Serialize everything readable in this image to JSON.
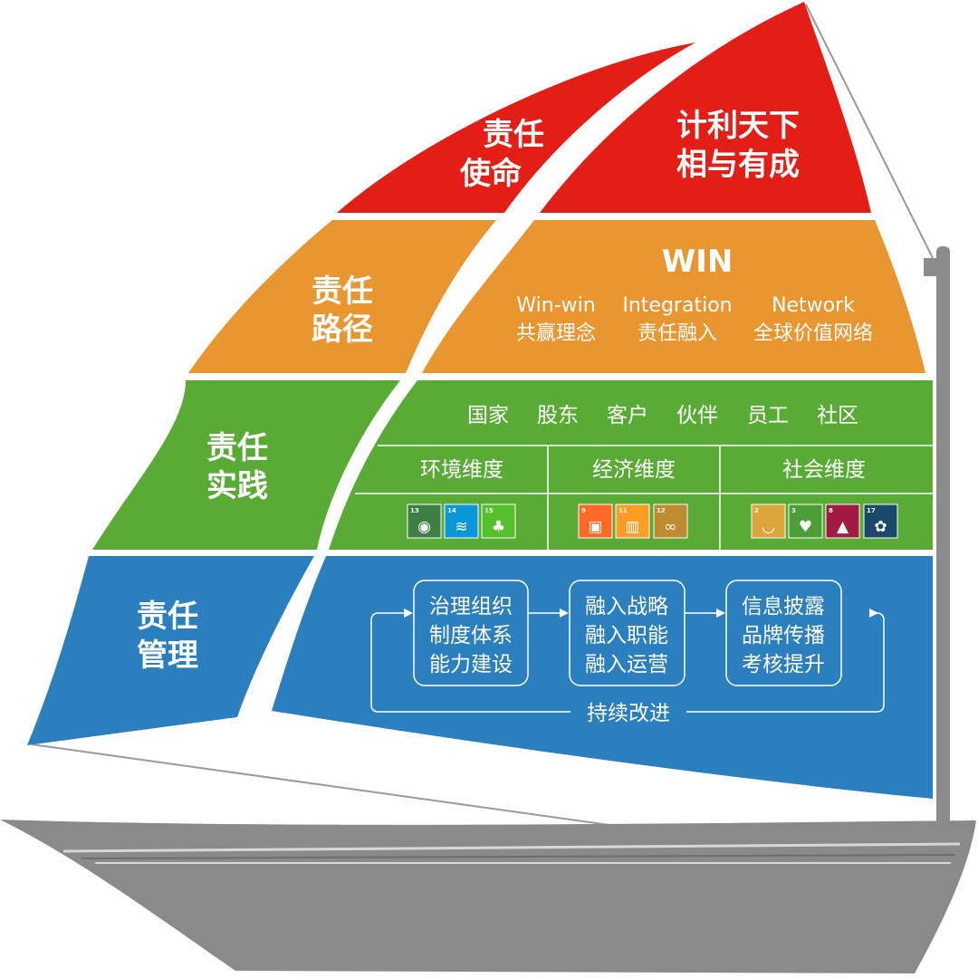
{
  "colors": {
    "red": "#e21e17",
    "orange": "#e99631",
    "green": "#5aab36",
    "blue": "#2b7fbf",
    "hull": "#8a8a8a",
    "mast": "#8c8c8c"
  },
  "layers": {
    "mission": {
      "title_line1": "责任",
      "title_line2": "使命",
      "content_line1": "计利天下",
      "content_line2": "相与有成"
    },
    "path": {
      "title_line1": "责任",
      "title_line2": "路径",
      "headline": "WIN",
      "items": [
        {
          "en": "Win-win",
          "zh": "共赢理念"
        },
        {
          "en": "Integration",
          "zh": "责任融入"
        },
        {
          "en": "Network",
          "zh": "全球价值网络"
        }
      ]
    },
    "practice": {
      "title_line1": "责任",
      "title_line2": "实践",
      "stakeholders": [
        "国家",
        "股东",
        "客户",
        "伙伴",
        "员工",
        "社区"
      ],
      "dimensions": [
        "环境维度",
        "经济维度",
        "社会维度"
      ],
      "sdg_icons": [
        {
          "num": "13",
          "color": "#3f7e44",
          "icon": "eye-globe-icon"
        },
        {
          "num": "14",
          "color": "#0a97d9",
          "icon": "fish-icon"
        },
        {
          "num": "15",
          "color": "#56c02b",
          "icon": "tree-icon"
        },
        {
          "num": "9",
          "color": "#fd6925",
          "icon": "cubes-icon"
        },
        {
          "num": "11",
          "color": "#fd9d24",
          "icon": "city-icon"
        },
        {
          "num": "12",
          "color": "#bf8b2e",
          "icon": "infinity-icon"
        },
        {
          "num": "2",
          "color": "#dda63a",
          "icon": "bowl-icon"
        },
        {
          "num": "3",
          "color": "#4c9f38",
          "icon": "heartbeat-icon"
        },
        {
          "num": "8",
          "color": "#a21942",
          "icon": "growth-chart-icon"
        },
        {
          "num": "17",
          "color": "#19486a",
          "icon": "flower-icon"
        }
      ]
    },
    "management": {
      "title_line1": "责任",
      "title_line2": "管理",
      "boxes": [
        [
          "治理组织",
          "制度体系",
          "能力建设"
        ],
        [
          "融入战略",
          "融入职能",
          "融入运营"
        ],
        [
          "信息披露",
          "品牌传播",
          "考核提升"
        ]
      ],
      "loop_label": "持续改进"
    }
  }
}
